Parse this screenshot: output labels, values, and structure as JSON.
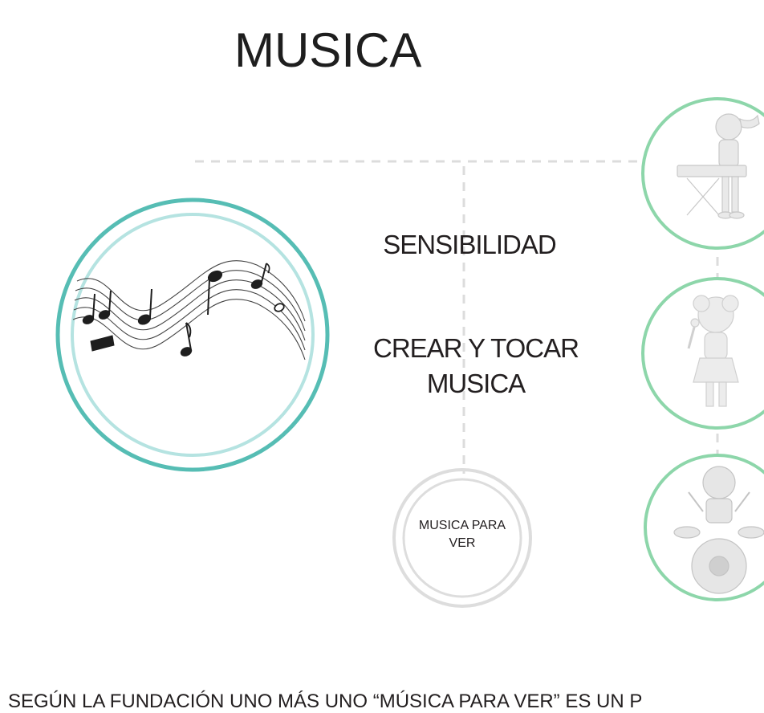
{
  "title": "MUSICA",
  "labels": {
    "sensibilidad": "SENSIBILIDAD",
    "crear_line1": "CREAR Y TOCAR",
    "crear_line2": "MUSICA",
    "musica_para_ver": "MUSICA PARA VER"
  },
  "footer_text": "SEGÚN LA FUNDACIÓN UNO MÁS UNO “MÚSICA PARA VER” ES UN P",
  "colors": {
    "teal_outer": "#56bdb4",
    "teal_inner": "#b5e3e1",
    "green_ring": "#8dd6aa",
    "gray_ring": "#dddddd",
    "dash": "#dcdcdc"
  },
  "icons": [
    "music-staff-icon",
    "girl-keyboard-icon",
    "girl-singing-icon",
    "boy-drums-icon"
  ]
}
